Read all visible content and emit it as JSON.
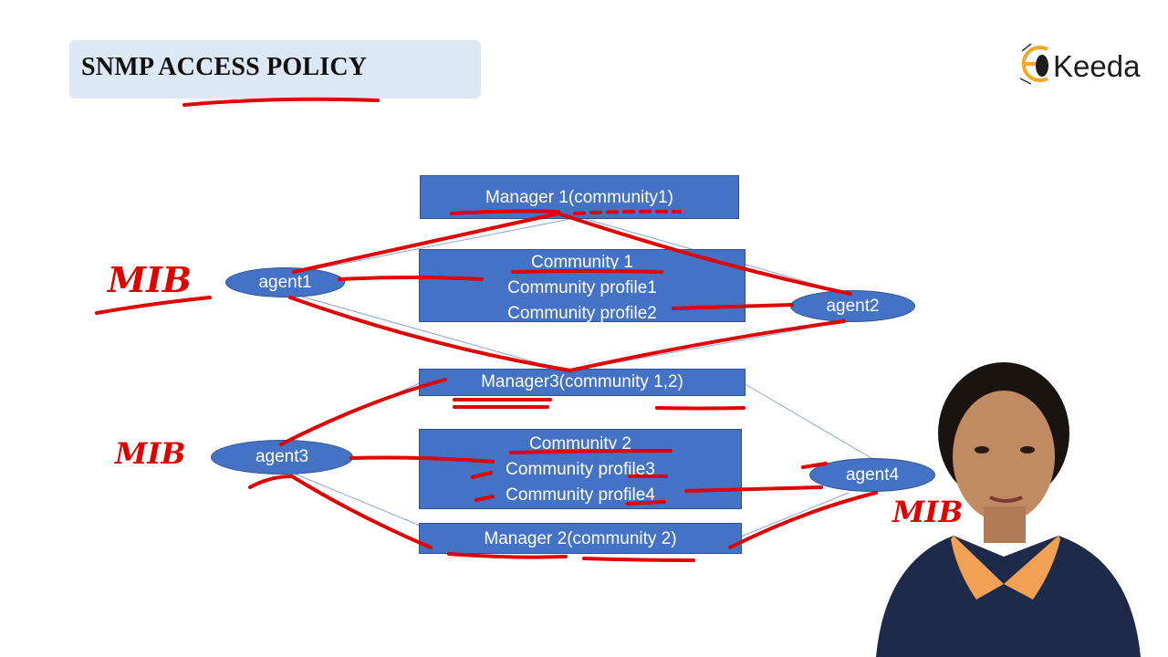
{
  "slide": {
    "title": "SNMP ACCESS POLICY"
  },
  "logo": {
    "word": "Keeda",
    "brand_color": "#f5a623"
  },
  "diagram": {
    "manager1": "Manager 1(community1)",
    "community1": {
      "header": "Community 1",
      "profiles": [
        "Community profile1",
        "Community profile2"
      ]
    },
    "manager3": "Manager3(community 1,2)",
    "community2": {
      "header": "Community 2",
      "profiles": [
        "Community profile3",
        "Community profile4"
      ]
    },
    "manager2": "Manager 2(community 2)",
    "agents": [
      "agent1",
      "agent2",
      "agent3",
      "agent4"
    ],
    "handwritten_labels": [
      "MIB",
      "MIB",
      "MIB"
    ]
  },
  "colors": {
    "box_fill": "#4472c4",
    "ink": "#e00000",
    "connector": "#8fa3d6"
  }
}
